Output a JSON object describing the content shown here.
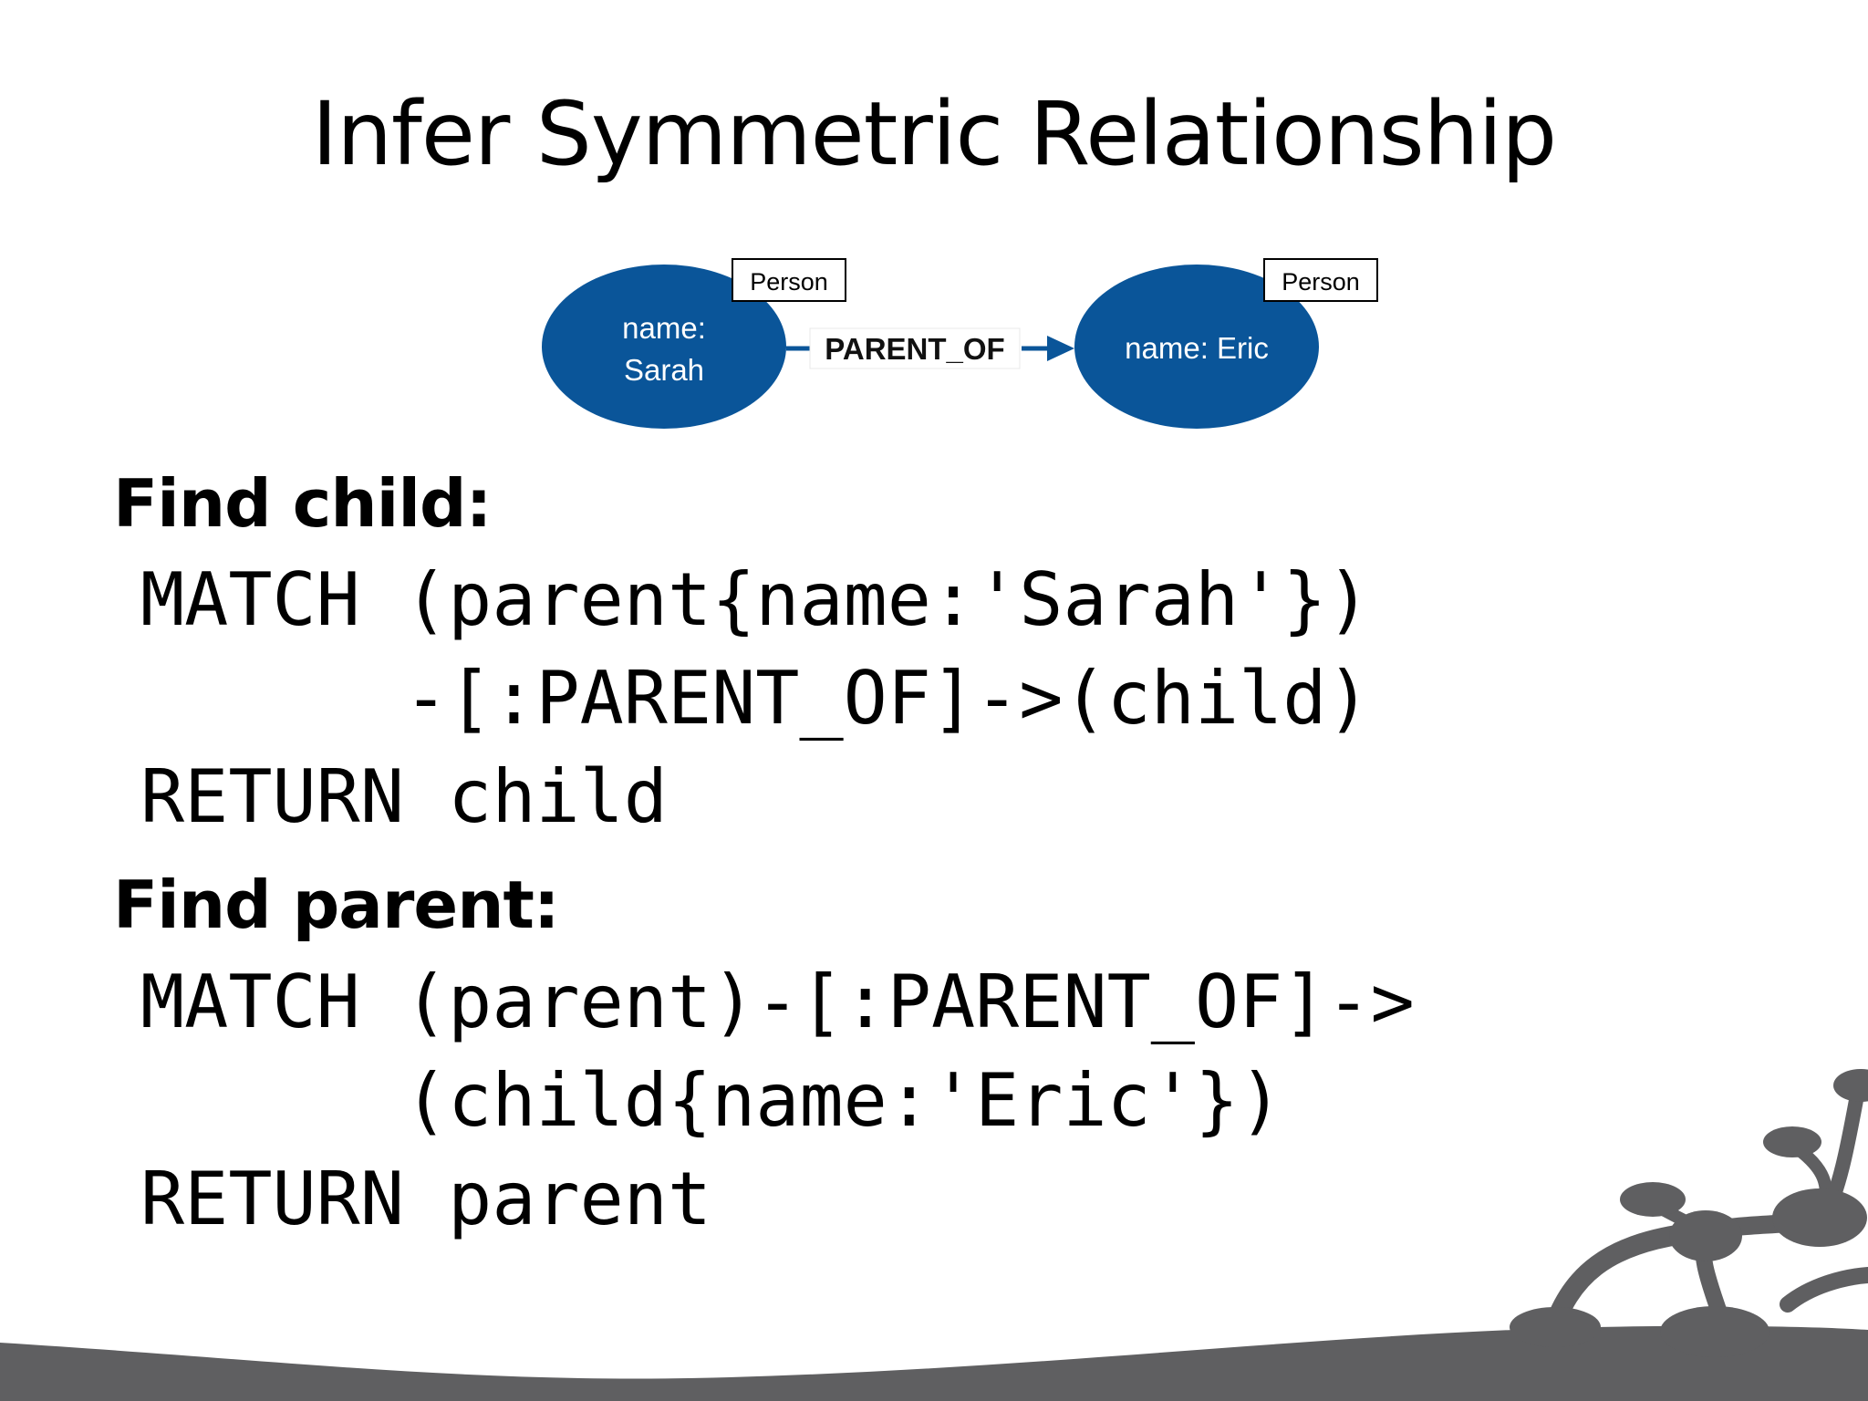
{
  "slide": {
    "title": "Infer Symmetric Relationship"
  },
  "diagram": {
    "nodes": [
      {
        "label_badge": "Person",
        "text_lines": [
          "name:",
          "Sarah"
        ]
      },
      {
        "label_badge": "Person",
        "text_lines": [
          "name: Eric"
        ]
      }
    ],
    "relationship": "PARENT_OF",
    "colors": {
      "node_fill": "#0a5599",
      "node_text": "#ffffff",
      "arrow": "#0a5599"
    }
  },
  "sections": [
    {
      "heading": "Find child:",
      "code_lines": [
        "MATCH (parent{name:'Sarah'})",
        "      -[:PARENT_OF]->(child)",
        "RETURN child"
      ]
    },
    {
      "heading": "Find parent:",
      "code_lines": [
        "MATCH (parent)-[:PARENT_OF]->",
        "      (child{name:'Eric'})",
        "RETURN parent"
      ]
    }
  ],
  "colors": {
    "decor_gray": "#5f5f61"
  }
}
